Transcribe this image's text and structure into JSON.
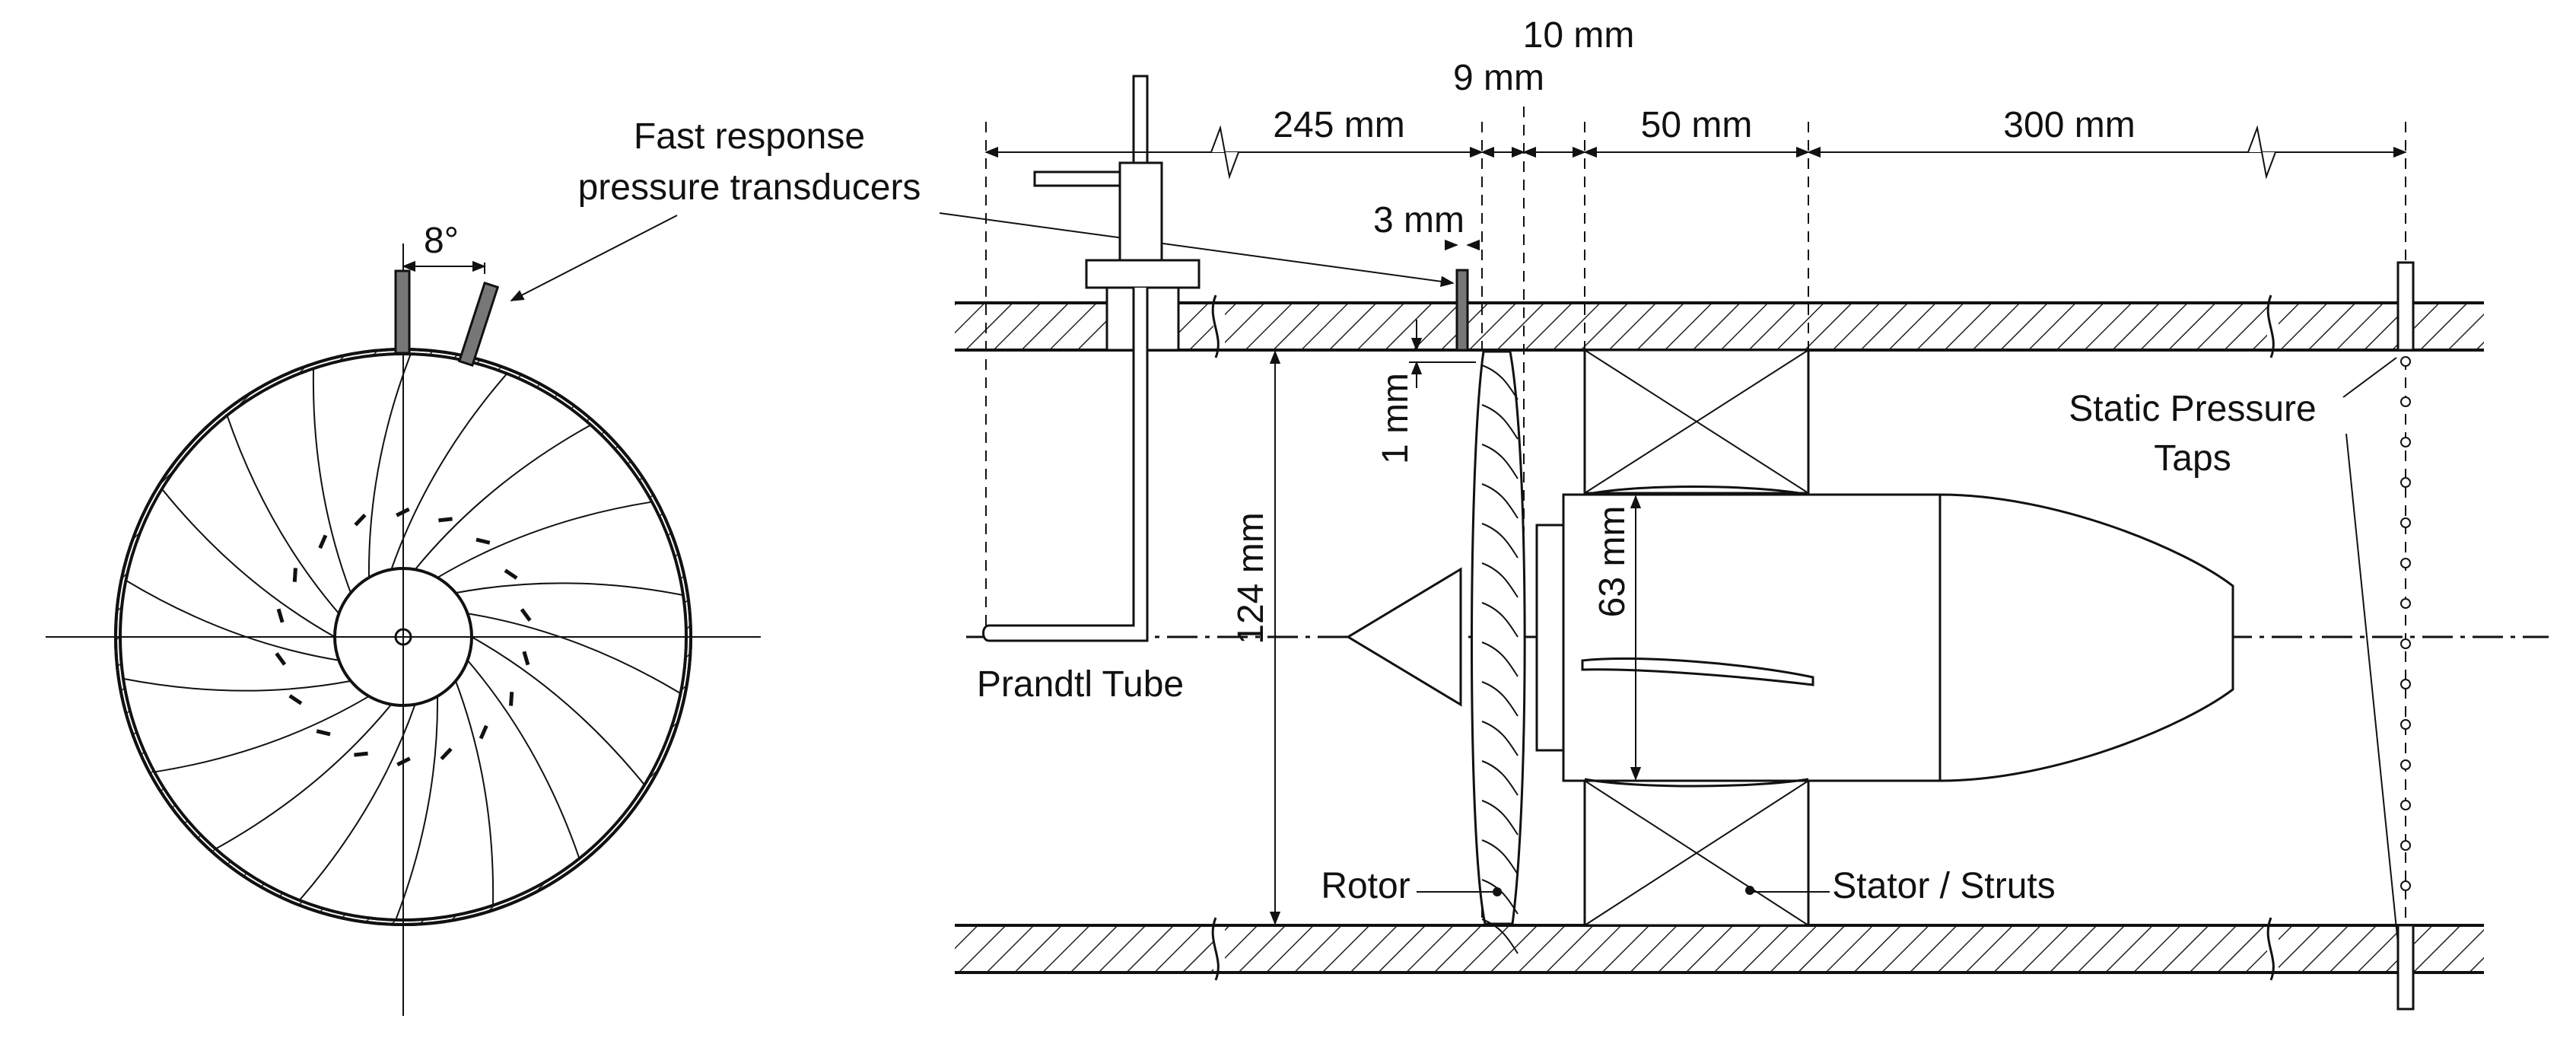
{
  "labels": {
    "transducers_line1": "Fast response",
    "transducers_line2": "pressure transducers",
    "angle": "8°",
    "d245": "245 mm",
    "d9": "9 mm",
    "d10": "10 mm",
    "d50": "50 mm",
    "d300": "300 mm",
    "d3": "3 mm",
    "d1": "1 mm",
    "d124": "124 mm",
    "d63": "63 mm",
    "prandtl": "Prandtl Tube",
    "static_line1": "Static Pressure",
    "static_line2": "Taps",
    "rotor": "Rotor",
    "stator": "Stator / Struts"
  },
  "colors": {
    "line": "#111111",
    "background": "#ffffff"
  }
}
